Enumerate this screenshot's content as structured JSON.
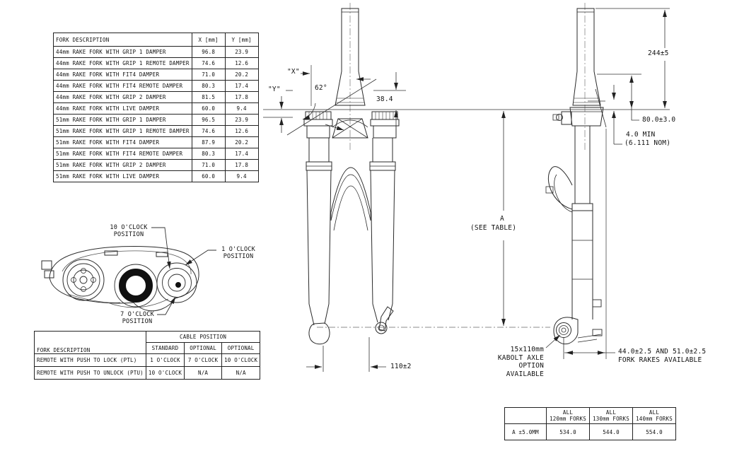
{
  "fork_table": {
    "headers": [
      "FORK DESCRIPTION",
      "X [mm]",
      "Y [mm]"
    ],
    "rows": [
      [
        "44mm RAKE FORK WITH GRIP 1 DAMPER",
        "96.8",
        "23.9"
      ],
      [
        "44mm RAKE FORK WITH GRIP 1 REMOTE DAMPER",
        "74.6",
        "12.6"
      ],
      [
        "44mm RAKE FORK WITH FIT4 DAMPER",
        "71.0",
        "20.2"
      ],
      [
        "44mm RAKE FORK WITH FIT4 REMOTE DAMPER",
        "80.3",
        "17.4"
      ],
      [
        "44mm RAKE FORK WITH GRIP 2 DAMPER",
        "81.5",
        "17.8"
      ],
      [
        "44mm RAKE FORK WITH LIVE DAMPER",
        "60.0",
        "9.4"
      ],
      [
        "51mm RAKE FORK WITH GRIP 1 DAMPER",
        "96.5",
        "23.9"
      ],
      [
        "51mm RAKE FORK WITH GRIP 1 REMOTE DAMPER",
        "74.6",
        "12.6"
      ],
      [
        "51mm RAKE FORK WITH FIT4 DAMPER",
        "87.9",
        "20.2"
      ],
      [
        "51mm RAKE FORK WITH FIT4 REMOTE DAMPER",
        "80.3",
        "17.4"
      ],
      [
        "51mm RAKE FORK WITH GRIP 2 DAMPER",
        "71.0",
        "17.8"
      ],
      [
        "51mm RAKE FORK WITH LIVE DAMPER",
        "60.0",
        "9.4"
      ]
    ]
  },
  "cable_table": {
    "title": "CABLE POSITION",
    "col1_header": "FORK DESCRIPTION",
    "sub_headers": [
      "STANDARD",
      "OPTIONAL",
      "OPTIONAL"
    ],
    "rows": [
      [
        "REMOTE WITH PUSH TO LOCK (PTL)",
        "1 O'CLOCK",
        "7 O'CLOCK",
        "10 O'CLOCK"
      ],
      [
        "REMOTE WITH PUSH TO UNLOCK (PTU)",
        "10 O'CLOCK",
        "N/A",
        "N/A"
      ]
    ]
  },
  "travel_table": {
    "col_headers": [
      [
        "ALL",
        "120mm FORKS"
      ],
      [
        "ALL",
        "130mm FORKS"
      ],
      [
        "ALL",
        "140mm FORKS"
      ]
    ],
    "row_label": "A ±5.0MM",
    "values": [
      "534.0",
      "544.0",
      "554.0"
    ]
  },
  "clock_labels": {
    "ten": [
      "10 O'CLOCK",
      "POSITION"
    ],
    "one": [
      "1 O'CLOCK",
      "POSITION"
    ],
    "seven": [
      "7 O'CLOCK",
      "POSITION"
    ]
  },
  "dims": {
    "x_label": "\"X\"",
    "y_label": "\"Y\"",
    "angle": "62°",
    "crown_offset": "38.4",
    "a_label": "A",
    "a_note": "(SEE TABLE)",
    "hub_width": "110±2",
    "steerer_length": "244±5",
    "taper_length": "80.0±3.0",
    "min_note_1": "4.0 MIN",
    "min_note_2": "(6.111 NOM)",
    "kabolt": [
      "15x110mm",
      "KABOLT AXLE",
      "OPTION",
      "AVAILABLE"
    ],
    "rake_1": "44.0±2.5 AND 51.0±2.5",
    "rake_2": "FORK RAKES AVAILABLE"
  }
}
